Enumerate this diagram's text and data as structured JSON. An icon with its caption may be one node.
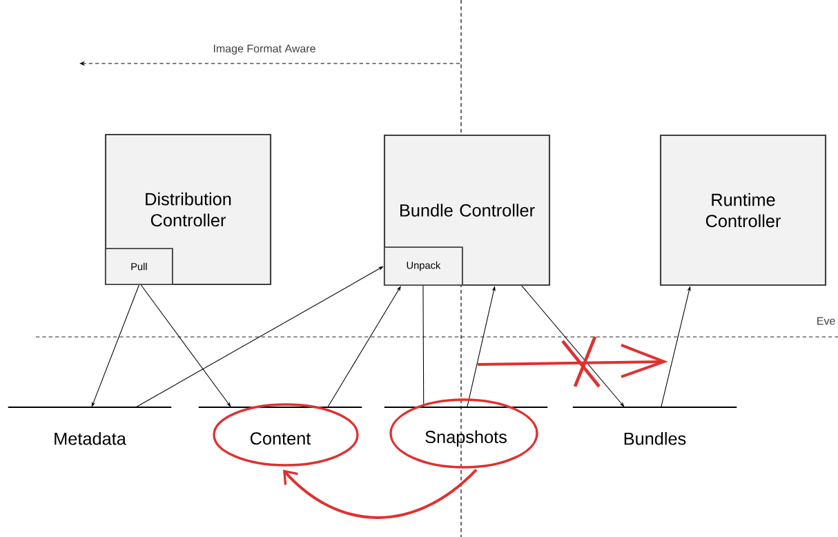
{
  "diagram": {
    "nodes": [
      {
        "text": [
          "Distribution Controller"
        ]
      },
      {
        "text": [
          "Pull"
        ],
        "in": 0
      },
      {
        "text": [
          "Bundle Controller"
        ]
      },
      {
        "text": [
          "Unpack"
        ],
        "in": 2
      },
      {
        "text": [
          "Runtime Controller"
        ]
      },
      {
        "text": [
          "Metadata"
        ]
      },
      {
        "text": [
          "Content"
        ]
      },
      {
        "text": [
          "Snapshots"
        ]
      },
      {
        "text": [
          "Bundles"
        ]
      }
    ],
    "edges": [
      {
        "from": 1,
        "to": 5,
        "arrow": "to"
      },
      {
        "from": 1,
        "to": 6,
        "arrow": "to"
      },
      {
        "from": 5,
        "to": 3,
        "arrow": "to"
      },
      {
        "from": 6,
        "to": 3,
        "arrow": "to"
      },
      {
        "from": 3,
        "to": 7,
        "arrow": "none"
      },
      {
        "from": 7,
        "to": 2,
        "arrow": "to"
      },
      {
        "from": 2,
        "to": 8,
        "arrow": "to"
      },
      {
        "from": 8,
        "to": 4,
        "arrow": "to"
      },
      {
        "from": 7,
        "to": 6,
        "arrow": "to",
        "style": "thick",
        "color": "#e03030"
      }
    ],
    "labels": [
      "Image Format Aware",
      "Eve"
    ]
  }
}
